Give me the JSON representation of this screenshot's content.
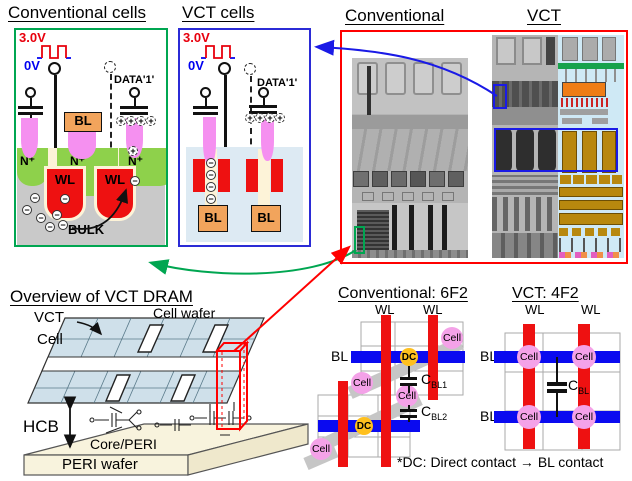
{
  "figure": {
    "conv_cells": {
      "title": "Conventional cells",
      "v_high": "3.0V",
      "v_low": "0V",
      "data_label": "DATA'1'",
      "bl": "BL",
      "n1": "N⁺",
      "n2": "N⁺",
      "n3": "N⁺",
      "wl1": "WL",
      "wl2": "WL",
      "bulk": "BULK"
    },
    "vct_cells": {
      "title": "VCT cells",
      "v_high": "3.0V",
      "v_low": "0V",
      "data_label": "DATA'1'",
      "bl1": "BL",
      "bl2": "BL"
    },
    "micrographs": {
      "conv_title": "Conventional",
      "vct_title": "VCT"
    },
    "overview": {
      "title": "Overview of VCT DRAM",
      "vct": "VCT",
      "cell": "Cell",
      "cell_wafer": "Cell wafer",
      "hcb": "HCB",
      "core_peri": "Core/PERI",
      "peri_wafer": "PERI wafer"
    },
    "conv_layout": {
      "title": "Conventional: 6F2",
      "wl1": "WL",
      "wl2": "WL",
      "bl": "BL",
      "dc1": "DC",
      "dc2": "DC",
      "cell1": "Cell",
      "cell2": "Cell",
      "cell3": "Cell",
      "cell4": "Cell",
      "c1": "C",
      "c1_sub": "BL1",
      "c2": "C",
      "c2_sub": "BL2"
    },
    "vct_layout": {
      "title": "VCT: 4F2",
      "wl1": "WL",
      "wl2": "WL",
      "bl1": "BL",
      "bl2": "BL",
      "cell1": "Cell",
      "cell2": "Cell",
      "cell3": "Cell",
      "cell4": "Cell",
      "c": "C",
      "c_sub": "BL"
    },
    "footnote": "*DC: Direct contact → BL contact",
    "symbols": {
      "plus": "+",
      "minus": "−"
    }
  },
  "colors": {
    "box_green": "#00a651",
    "box_blue": "#2b2bd6",
    "box_red": "#ff0000",
    "wl_red": "#ee1111",
    "bl_bar_blue": "#0a0af0",
    "bl_contact_orange": "#f2a45c",
    "nplus_green": "#8ed14b",
    "pillar_pink": "#f590f0",
    "cell_pink": "#f4a2e8",
    "dc_orange": "#ffc01e",
    "v_high_red": "#e8000d",
    "v_low_blue": "#0000f0"
  }
}
